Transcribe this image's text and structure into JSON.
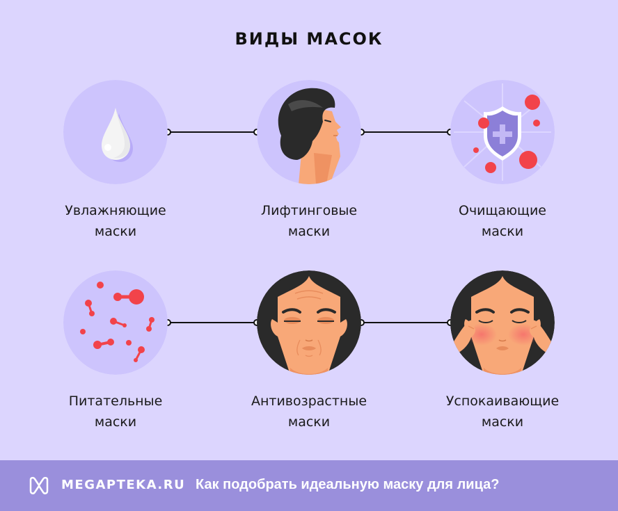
{
  "title": "ВИДЫ МАСОК",
  "colors": {
    "background": "#dcd5fe",
    "circle_fill": "#cdc4fd",
    "connector": "#111111",
    "footer": "#9a8fdc",
    "accent_red": "#f2434a",
    "hair": "#2a2a2a",
    "skin": "#f8a878"
  },
  "masks": [
    {
      "line1": "Увлажняющие",
      "line2": "маски",
      "icon": "water-drop-icon"
    },
    {
      "line1": "Лифтинговые",
      "line2": "маски",
      "icon": "woman-profile-icon"
    },
    {
      "line1": "Очищающие",
      "line2": "маски",
      "icon": "shield-virus-icon"
    },
    {
      "line1": "Питательные",
      "line2": "маски",
      "icon": "molecules-icon"
    },
    {
      "line1": "Антивозрастные",
      "line2": "маски",
      "icon": "wrinkled-face-icon"
    },
    {
      "line1": "Успокаивающие",
      "line2": "маски",
      "icon": "soothing-face-icon"
    }
  ],
  "footer": {
    "brand": "MEGAPTEKA.RU",
    "tagline": "Как подобрать идеальную маску для лица?",
    "logo_icon": "megapteka-logo-icon"
  }
}
